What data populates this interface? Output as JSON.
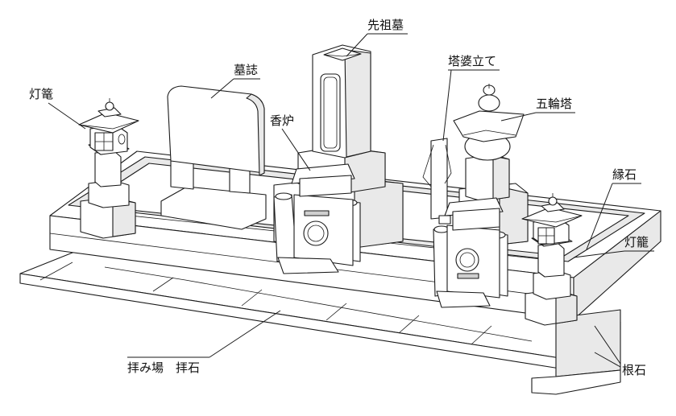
{
  "labels": {
    "senso_bo": "先祖墓",
    "boshi": "墓誌",
    "toba_tate": "塔婆立て",
    "torou_left": "灯篭",
    "gorinto": "五輪塔",
    "koro": "香炉",
    "fuchiishi": "縁石",
    "torou_right": "灯籠",
    "haiba": "拝み場　拝石",
    "neishi": "根石"
  }
}
